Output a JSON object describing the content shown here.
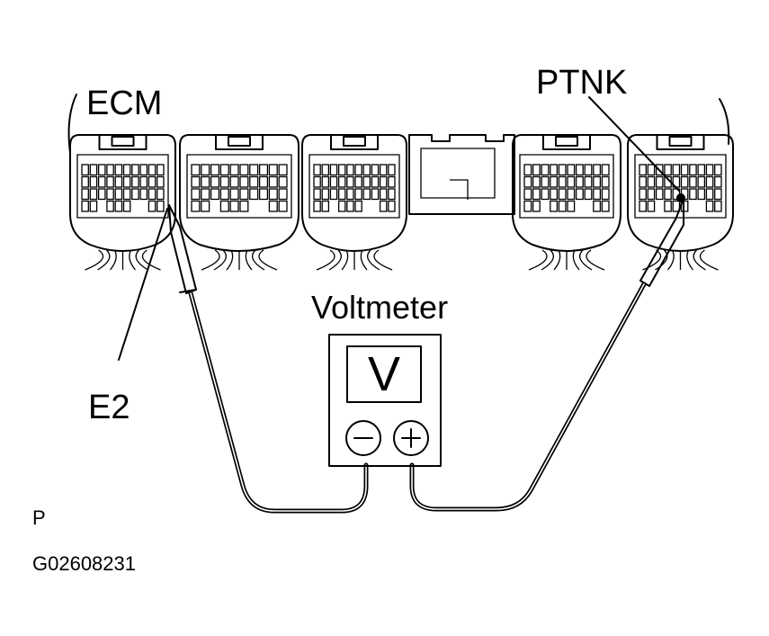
{
  "labels": {
    "ecm": "ECM",
    "ptnk": "PTNK",
    "e2": "E2",
    "voltmeter": "Voltmeter",
    "meter_symbol": "V",
    "minus": "−",
    "plus": "+",
    "p_marker": "P",
    "figure_code": "G02608231"
  },
  "connectors": [
    "ecm-connector-1",
    "ecm-connector-2",
    "ecm-connector-3",
    "ecm-connector-4",
    "ecm-connector-5"
  ]
}
